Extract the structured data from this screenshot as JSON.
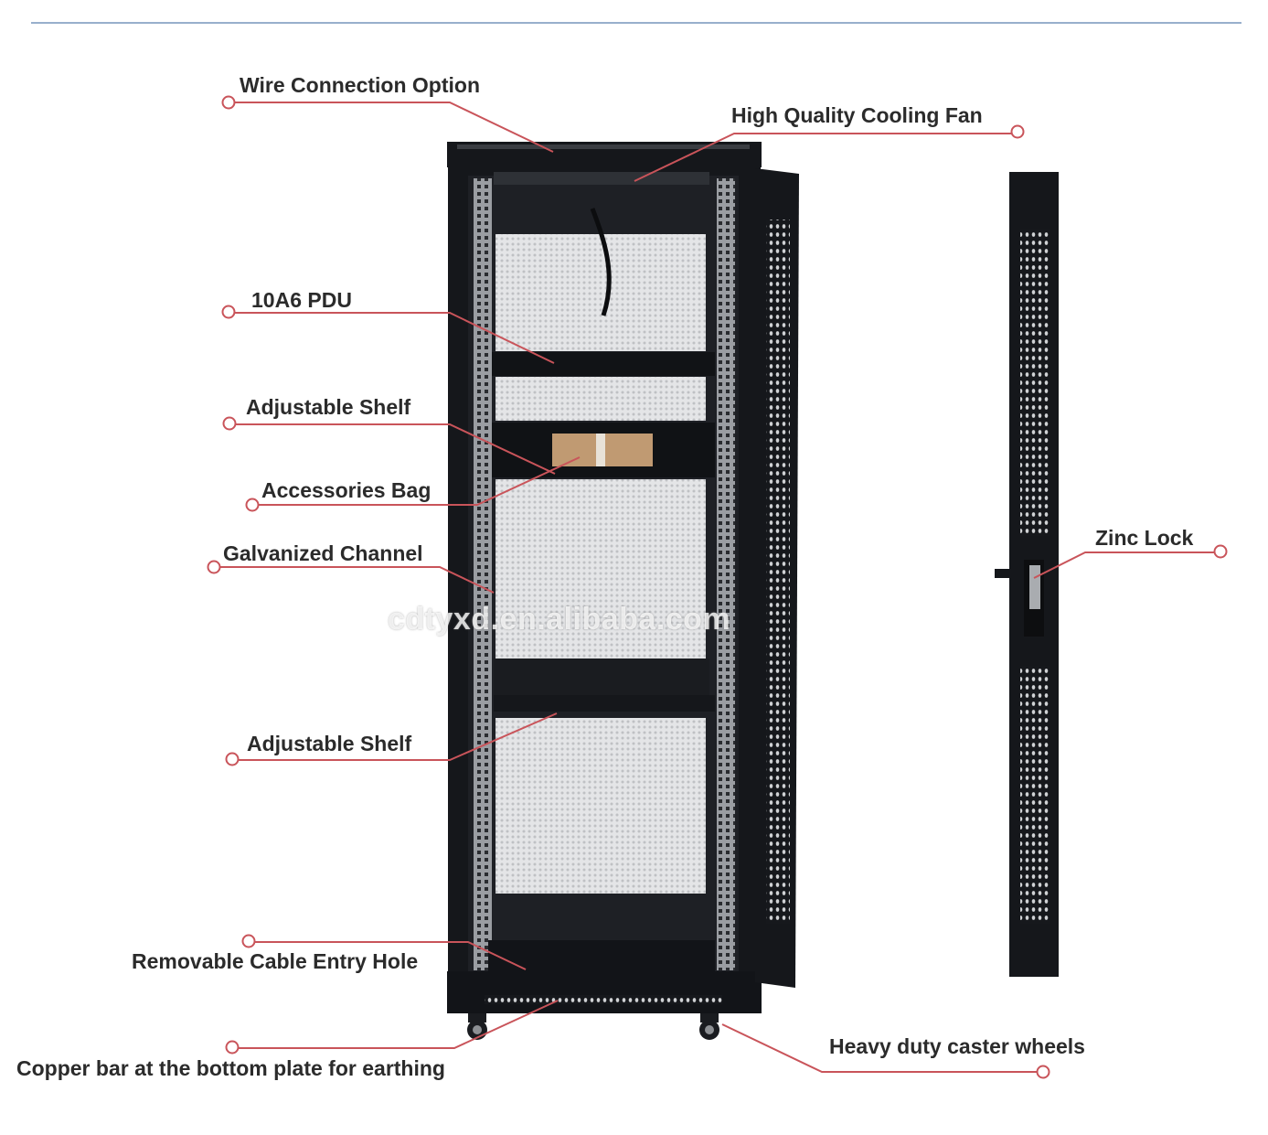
{
  "colors": {
    "accent_line": "#c9545a",
    "top_rule": "#5b7fae",
    "cabinet": "#15171b",
    "mesh": "#d7d9dc",
    "label_text": "#2b2b2b"
  },
  "watermark": "cdtyxd.en.alibaba.com",
  "callouts": [
    {
      "id": "wire",
      "text": "Wire Connection Option"
    },
    {
      "id": "fan",
      "text": "High Quality Cooling Fan"
    },
    {
      "id": "pdu",
      "text": "10A6 PDU"
    },
    {
      "id": "shelf1",
      "text": "Adjustable Shelf"
    },
    {
      "id": "bag",
      "text": "Accessories Bag"
    },
    {
      "id": "channel",
      "text": "Galvanized Channel"
    },
    {
      "id": "zinc",
      "text": "Zinc Lock"
    },
    {
      "id": "shelf2",
      "text": "Adjustable Shelf"
    },
    {
      "id": "cable",
      "text": "Removable Cable Entry Hole"
    },
    {
      "id": "copper",
      "text": "Copper bar at the bottom plate for earthing"
    },
    {
      "id": "caster",
      "text": "Heavy duty caster wheels"
    }
  ]
}
